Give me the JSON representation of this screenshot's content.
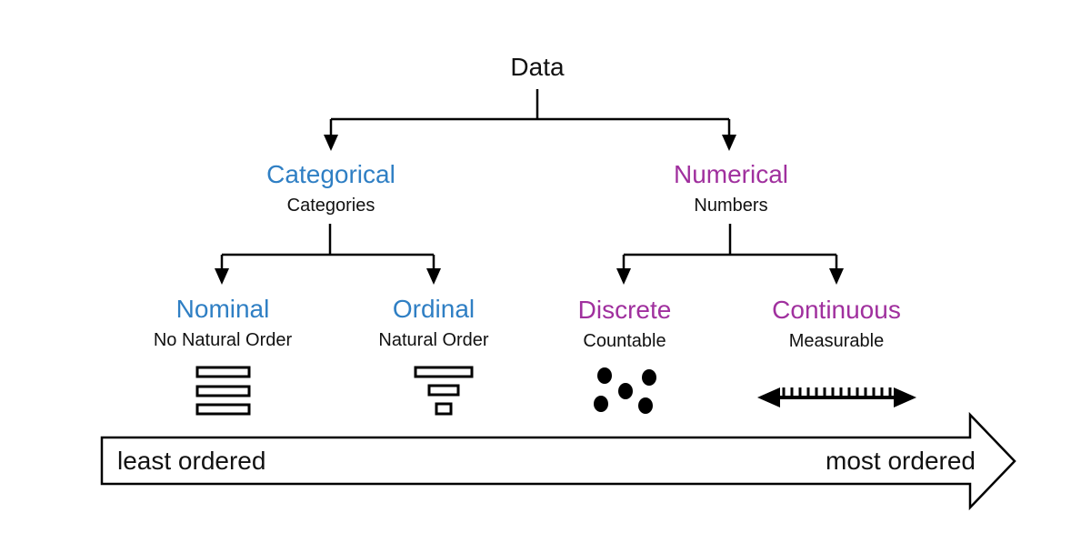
{
  "root": {
    "label": "Data"
  },
  "colors": {
    "categorical": "#2f7fc4",
    "numerical": "#a0309e",
    "line": "#000000"
  },
  "branches": [
    {
      "title": "Categorical",
      "subtitle": "Categories",
      "children": [
        {
          "title": "Nominal",
          "subtitle": "No Natural Order",
          "icon": "equal-bars-icon"
        },
        {
          "title": "Ordinal",
          "subtitle": "Natural Order",
          "icon": "descending-bars-icon"
        }
      ]
    },
    {
      "title": "Numerical",
      "subtitle": "Numbers",
      "children": [
        {
          "title": "Discrete",
          "subtitle": "Countable",
          "icon": "dots-icon"
        },
        {
          "title": "Continuous",
          "subtitle": "Measurable",
          "icon": "ruler-arrow-icon"
        }
      ]
    }
  ],
  "order_axis": {
    "left_label": "least ordered",
    "right_label": "most ordered"
  }
}
